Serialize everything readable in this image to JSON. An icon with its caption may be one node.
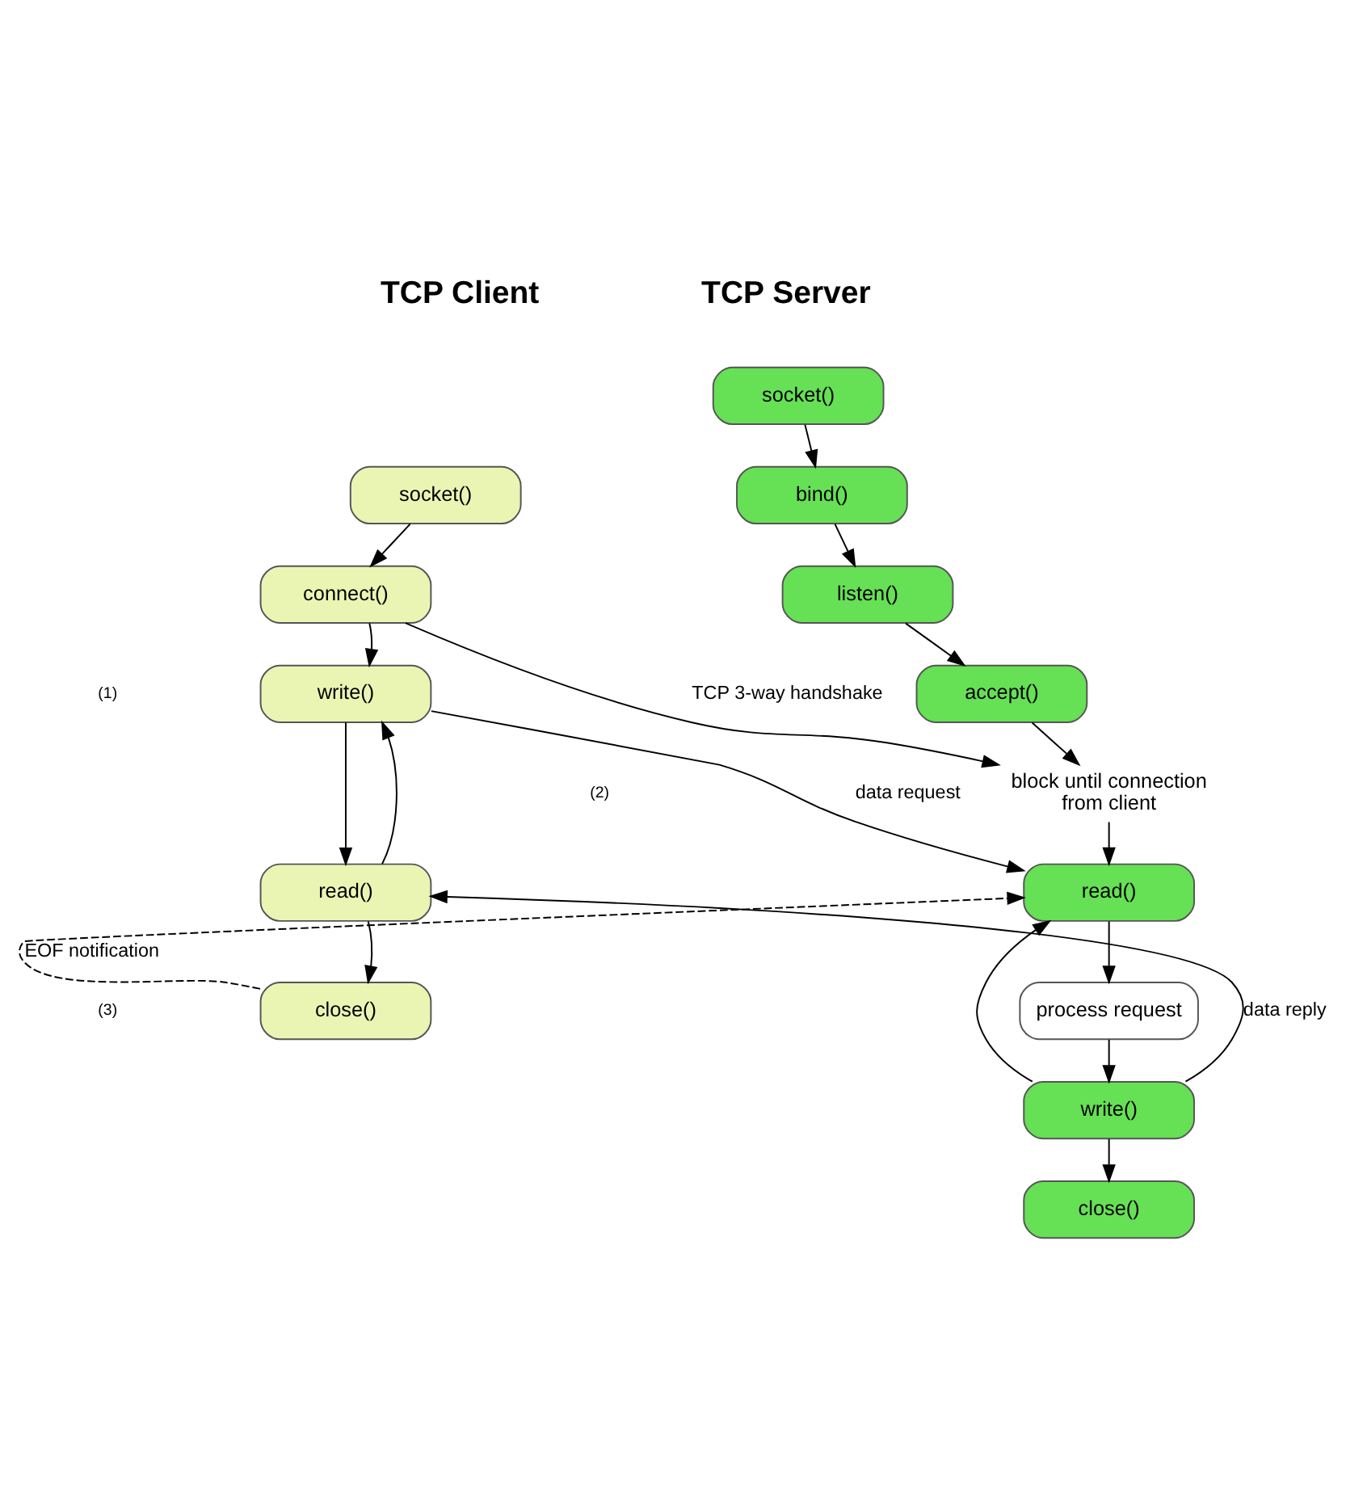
{
  "diagram": {
    "nodes": [
      {
        "text": [
          "socket()"
        ]
      },
      {
        "text": [
          "connect()"
        ]
      },
      {
        "text": [
          "write()"
        ]
      },
      {
        "text": [
          "read()"
        ]
      },
      {
        "text": [
          "close()"
        ]
      },
      {
        "text": [
          "socket()"
        ]
      },
      {
        "text": [
          "bind()"
        ]
      },
      {
        "text": [
          "listen()"
        ]
      },
      {
        "text": [
          "accept()"
        ]
      },
      {
        "text": [
          "block until connection from client"
        ]
      },
      {
        "text": [
          "read()"
        ]
      },
      {
        "text": [
          "process request"
        ]
      },
      {
        "text": [
          "write()"
        ]
      },
      {
        "text": [
          "close()"
        ]
      }
    ],
    "edges": [
      {
        "from": 0,
        "to": 1,
        "arrow": "to"
      },
      {
        "from": 1,
        "to": 2,
        "arrow": "to"
      },
      {
        "from": 2,
        "to": 3,
        "arrow": "to"
      },
      {
        "from": 3,
        "to": 2,
        "arrow": "to"
      },
      {
        "from": 3,
        "to": 4,
        "arrow": "to"
      },
      {
        "from": 5,
        "to": 6,
        "arrow": "to"
      },
      {
        "from": 6,
        "to": 7,
        "arrow": "to"
      },
      {
        "from": 7,
        "to": 8,
        "arrow": "to"
      },
      {
        "from": 8,
        "to": 9,
        "arrow": "to"
      },
      {
        "from": 9,
        "to": 10,
        "arrow": "to"
      },
      {
        "from": 1,
        "to": 9,
        "arrow": "to",
        "label": "TCP 3-way handshake"
      },
      {
        "from": 2,
        "to": 10,
        "arrow": "to",
        "label": "data request"
      },
      {
        "from": 4,
        "to": 10,
        "arrow": "to",
        "label": "EOF notification",
        "style": "dashed"
      },
      {
        "from": 12,
        "to": 3,
        "arrow": "to",
        "label": "data reply"
      },
      {
        "from": 10,
        "to": 11,
        "arrow": "to"
      },
      {
        "from": 11,
        "to": 12,
        "arrow": "to"
      },
      {
        "from": 12,
        "to": 10,
        "arrow": "to"
      },
      {
        "from": 12,
        "to": 13,
        "arrow": "to"
      }
    ],
    "labels": [
      "TCP Server",
      "TCP Client",
      "(1)",
      "(2)",
      "(3)"
    ]
  }
}
